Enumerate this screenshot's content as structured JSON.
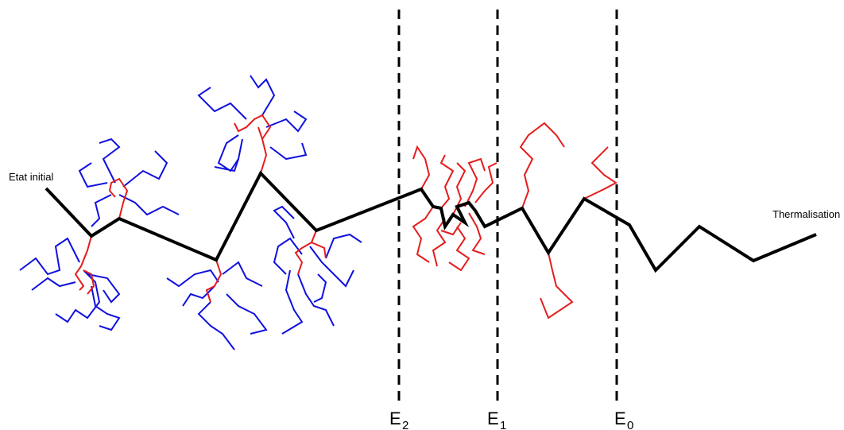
{
  "labels": {
    "start": "Etat initial",
    "end": "Thermalisation",
    "e2_main": "E",
    "e2_sub": "2",
    "e1_main": "E",
    "e1_sub": "1",
    "e0_main": "E",
    "e0_sub": "0"
  },
  "colors": {
    "primary_track": "#000000",
    "recoil_branch": "#e51c1c",
    "secondary_branch": "#1010e0",
    "threshold_line": "#000000"
  }
}
